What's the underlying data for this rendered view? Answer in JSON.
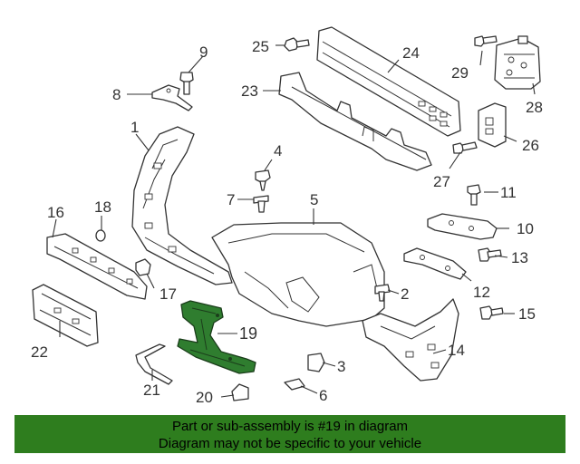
{
  "diagram": {
    "labels": {
      "p1": "1",
      "p2": "2",
      "p3": "3",
      "p4": "4",
      "p5": "5",
      "p6": "6",
      "p7": "7",
      "p8": "8",
      "p9": "9",
      "p10": "10",
      "p11": "11",
      "p12": "12",
      "p13": "13",
      "p14": "14",
      "p15": "15",
      "p16": "16",
      "p17": "17",
      "p18": "18",
      "p19": "19",
      "p20": "20",
      "p21": "21",
      "p22": "22",
      "p23": "23",
      "p24": "24",
      "p25": "25",
      "p26": "26",
      "p27": "27",
      "p28": "28",
      "p29": "29"
    },
    "highlighted_part": "19",
    "highlight_color": "#2f7d2f"
  },
  "banner": {
    "line1": "Part or sub-assembly is #19 in diagram",
    "line2": "Diagram may not be specific to your vehicle",
    "background": "#2e7d1e"
  }
}
